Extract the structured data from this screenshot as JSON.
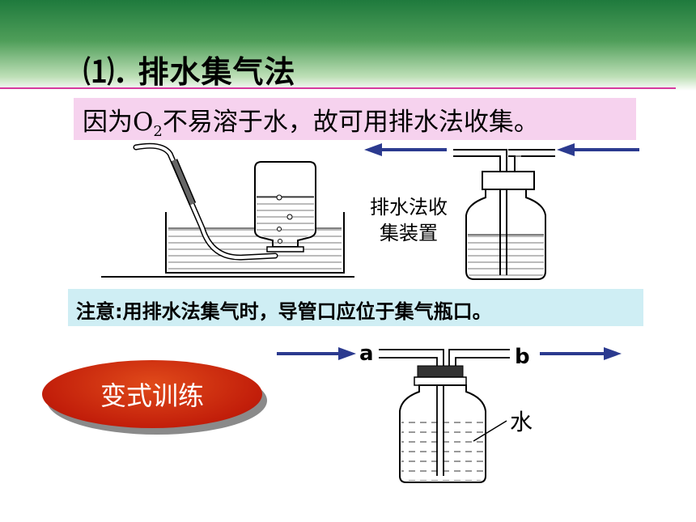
{
  "slide": {
    "title": "⑴. 排水集气法",
    "sentence_pre": "因为O",
    "sentence_sub": "2",
    "sentence_post": "不易溶于水，故可用排水法收集。",
    "apparatus_label_line1": "排水法收",
    "apparatus_label_line2": "集装置",
    "note": "注意:用排水法集气时，导管口应位于集气瓶口。",
    "exercise_button": "变式训练",
    "port_a": "a",
    "port_b": "b",
    "water_label": "水"
  },
  "colors": {
    "header_green": "#1f7a3d",
    "accent_pink": "#d63a9f",
    "sentence_bg": "#f6d2ee",
    "note_bg": "#cfeef4",
    "arrow_blue": "#2b3a8f",
    "button_red": "#c21e0a"
  }
}
